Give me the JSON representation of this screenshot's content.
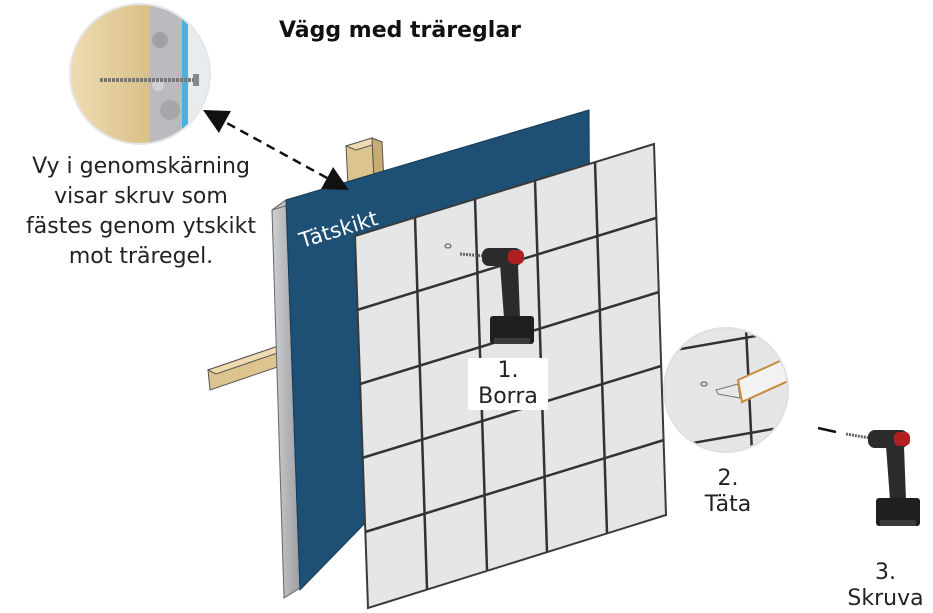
{
  "title": "Vägg med träreglar",
  "caption": {
    "lines": [
      "Vy i genomskärning",
      "visar skruv som",
      "fästes genom ytskikt",
      "mot träregel."
    ]
  },
  "membrane_label": "Tätskikt",
  "steps": [
    {
      "number": "1.",
      "label": "Borra"
    },
    {
      "number": "2.",
      "label": "Täta"
    },
    {
      "number": "3.",
      "label": "Skruva"
    }
  ],
  "colors": {
    "membrane": "#1e4f75",
    "wood": "#d8c08c",
    "tile": "#e6e8ea",
    "grout": "#3a3a3a",
    "board_edge": "#9a9a9a",
    "drill_body": "#2b2b2b",
    "drill_accent": "#b02020",
    "sealant_tube": "#c98a3a"
  },
  "icons": [
    "drill-icon",
    "sealant-tube-icon",
    "screw-icon"
  ]
}
